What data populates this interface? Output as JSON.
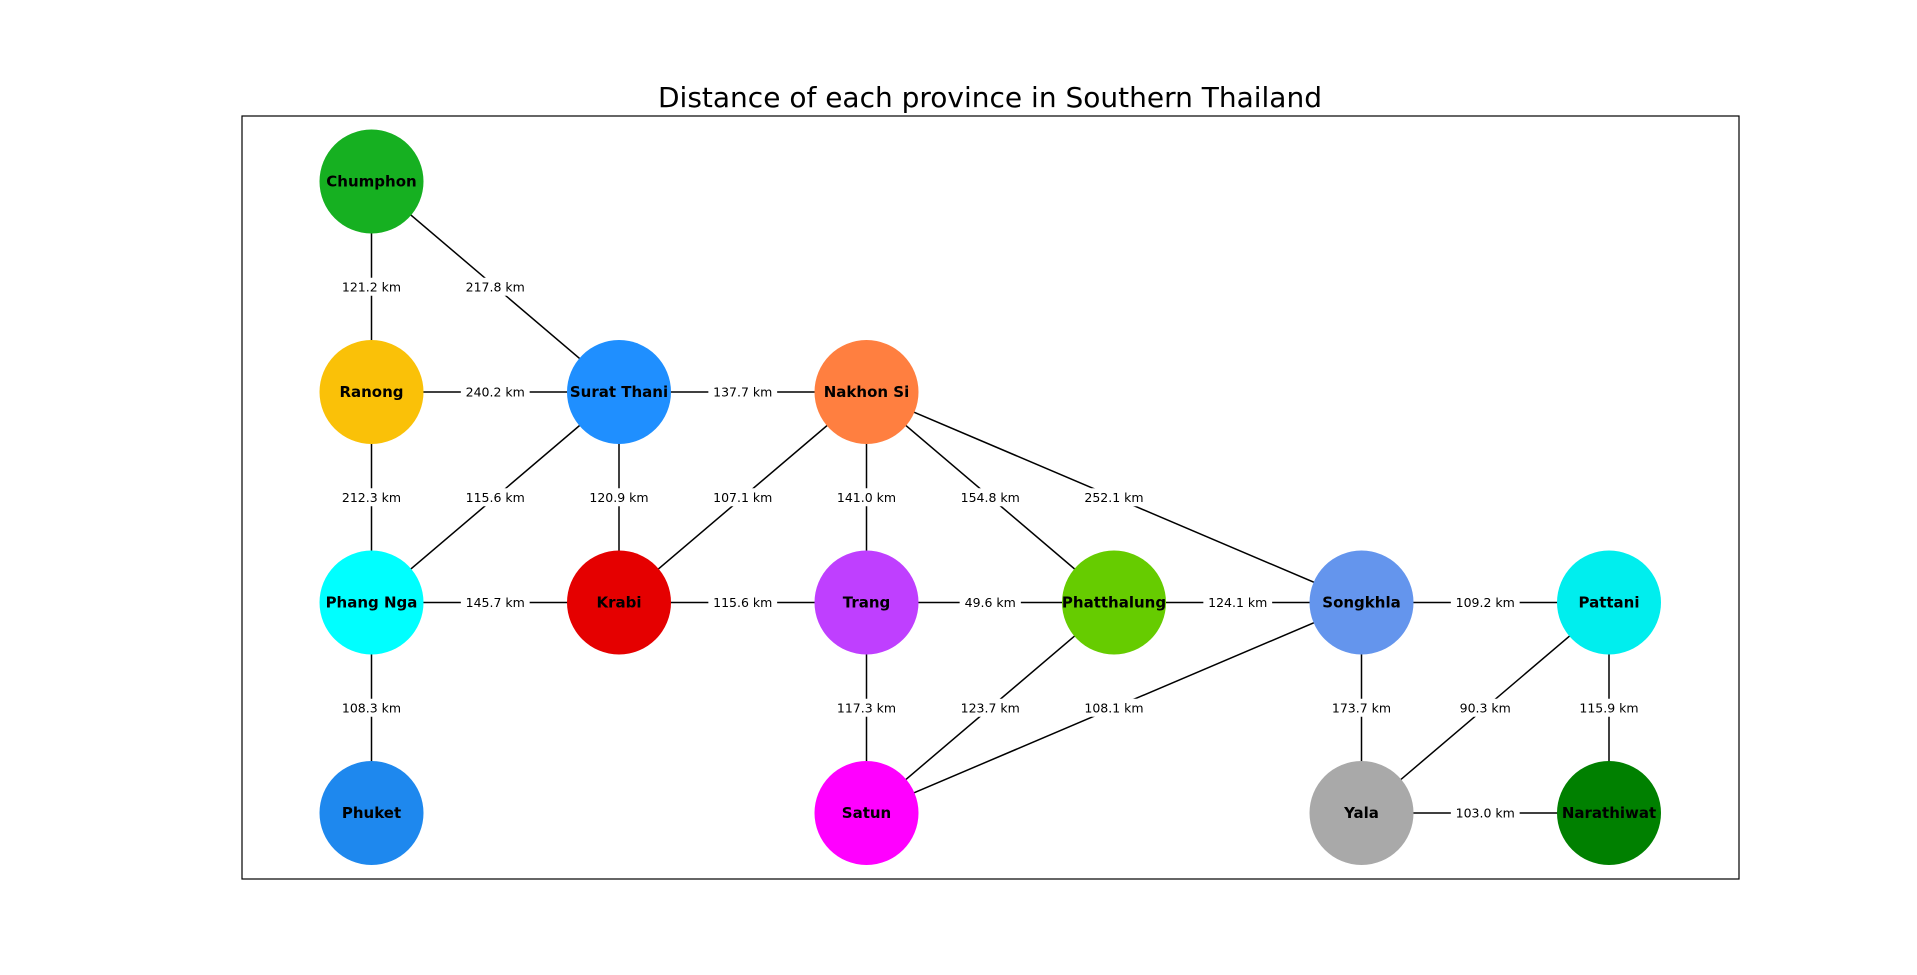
{
  "title": "Distance of each province in Southern Thailand",
  "nodes": [
    {
      "id": "chumphon",
      "label": "Chumphon",
      "color": "#16b021",
      "col": 0,
      "row": 0
    },
    {
      "id": "ranong",
      "label": "Ranong",
      "color": "#fac108",
      "col": 0,
      "row": 1
    },
    {
      "id": "surat",
      "label": "Surat Thani",
      "color": "#1f8fff",
      "col": 1,
      "row": 1
    },
    {
      "id": "nakhon",
      "label": "Nakhon Si",
      "color": "#ff7f40",
      "col": 2,
      "row": 1
    },
    {
      "id": "phangnga",
      "label": "Phang Nga",
      "color": "#00ffff",
      "col": 0,
      "row": 2
    },
    {
      "id": "krabi",
      "label": "Krabi",
      "color": "#e50000",
      "col": 1,
      "row": 2
    },
    {
      "id": "trang",
      "label": "Trang",
      "color": "#bf3fff",
      "col": 2,
      "row": 2
    },
    {
      "id": "phatthalung",
      "label": "Phatthalung",
      "color": "#66cc00",
      "col": 3,
      "row": 2
    },
    {
      "id": "songkhla",
      "label": "Songkhla",
      "color": "#6495ed",
      "col": 4,
      "row": 2
    },
    {
      "id": "pattani",
      "label": "Pattani",
      "color": "#00eeee",
      "col": 5,
      "row": 2
    },
    {
      "id": "phuket",
      "label": "Phuket",
      "color": "#1e88ee",
      "col": 0,
      "row": 3
    },
    {
      "id": "satun",
      "label": "Satun",
      "color": "#ff00ff",
      "col": 2,
      "row": 3
    },
    {
      "id": "yala",
      "label": "Yala",
      "color": "#a9a9a9",
      "col": 4,
      "row": 3
    },
    {
      "id": "narathiwat",
      "label": "Narathiwat",
      "color": "#008000",
      "col": 5,
      "row": 3
    }
  ],
  "edges": [
    {
      "from": "chumphon",
      "to": "ranong",
      "label": "121.2 km"
    },
    {
      "from": "chumphon",
      "to": "surat",
      "label": "217.8 km"
    },
    {
      "from": "ranong",
      "to": "surat",
      "label": "240.2 km"
    },
    {
      "from": "ranong",
      "to": "phangnga",
      "label": "212.3 km"
    },
    {
      "from": "surat",
      "to": "nakhon",
      "label": "137.7 km"
    },
    {
      "from": "surat",
      "to": "phangnga",
      "label": "115.6 km"
    },
    {
      "from": "surat",
      "to": "krabi",
      "label": "120.9 km"
    },
    {
      "from": "nakhon",
      "to": "krabi",
      "label": "107.1 km"
    },
    {
      "from": "nakhon",
      "to": "trang",
      "label": "141.0 km"
    },
    {
      "from": "nakhon",
      "to": "phatthalung",
      "label": "154.8 km"
    },
    {
      "from": "nakhon",
      "to": "songkhla",
      "label": "252.1 km"
    },
    {
      "from": "phangnga",
      "to": "krabi",
      "label": "145.7 km"
    },
    {
      "from": "phangnga",
      "to": "phuket",
      "label": "108.3 km"
    },
    {
      "from": "krabi",
      "to": "trang",
      "label": "115.6 km"
    },
    {
      "from": "trang",
      "to": "phatthalung",
      "label": "49.6 km"
    },
    {
      "from": "trang",
      "to": "satun",
      "label": "117.3 km"
    },
    {
      "from": "phatthalung",
      "to": "songkhla",
      "label": "124.1 km"
    },
    {
      "from": "phatthalung",
      "to": "satun",
      "label": "123.7 km"
    },
    {
      "from": "songkhla",
      "to": "satun",
      "label": "108.1 km"
    },
    {
      "from": "songkhla",
      "to": "pattani",
      "label": "109.2 km"
    },
    {
      "from": "songkhla",
      "to": "yala",
      "label": "173.7 km"
    },
    {
      "from": "pattani",
      "to": "yala",
      "label": "90.3 km"
    },
    {
      "from": "pattani",
      "to": "narathiwat",
      "label": "115.9 km"
    },
    {
      "from": "yala",
      "to": "narathiwat",
      "label": "103.0 km"
    }
  ]
}
